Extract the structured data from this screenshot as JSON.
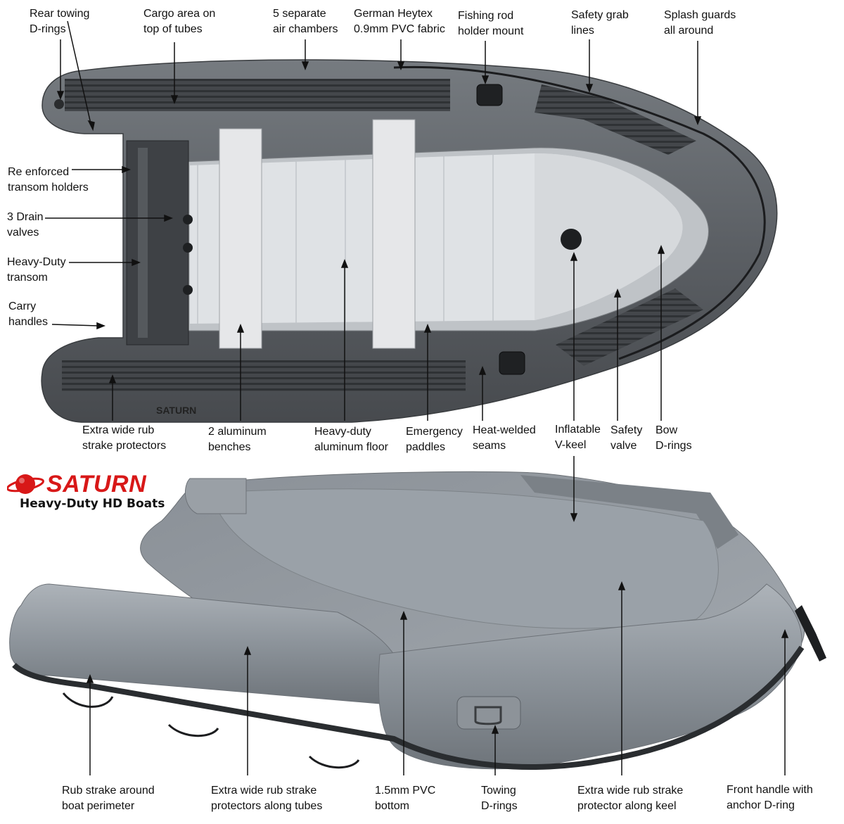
{
  "brand": {
    "name": "SATURN",
    "tagline": "Heavy-Duty HD Boats",
    "hull_print": "SATURN",
    "accent_color": "#d81818"
  },
  "colors": {
    "tube_dark": "#5d6166",
    "tube_gray": "#8f969d",
    "floor_light": "#dcdfe2",
    "bench": "#e4e5e7",
    "rubstrake": "#2d3033"
  },
  "top_view_labels": [
    {
      "id": "rear-towing-d-rings",
      "lines": [
        "Rear towing",
        "D-rings"
      ]
    },
    {
      "id": "cargo-area",
      "lines": [
        "Cargo area on",
        "top of tubes"
      ]
    },
    {
      "id": "air-chambers",
      "lines": [
        "5 separate",
        "air chambers"
      ]
    },
    {
      "id": "heytex-fabric",
      "lines": [
        "German Heytex",
        "0.9mm PVC fabric"
      ]
    },
    {
      "id": "fishing-rod-holder",
      "lines": [
        "Fishing rod",
        "holder mount"
      ]
    },
    {
      "id": "safety-grab-lines",
      "lines": [
        "Safety grab",
        "lines"
      ]
    },
    {
      "id": "splash-guards",
      "lines": [
        "Splash guards",
        "all around"
      ]
    },
    {
      "id": "transom-holders",
      "lines": [
        "Re enforced",
        "transom holders"
      ]
    },
    {
      "id": "drain-valves",
      "lines": [
        "3 Drain",
        "valves"
      ]
    },
    {
      "id": "heavy-duty-transom",
      "lines": [
        "Heavy-Duty",
        "transom"
      ]
    },
    {
      "id": "carry-handles",
      "lines": [
        "Carry",
        "handles"
      ]
    },
    {
      "id": "rub-strake-protectors",
      "lines": [
        "Extra wide rub",
        "strake protectors"
      ]
    },
    {
      "id": "aluminum-benches",
      "lines": [
        "2 aluminum",
        "benches"
      ]
    },
    {
      "id": "aluminum-floor",
      "lines": [
        "Heavy-duty",
        "aluminum floor"
      ]
    },
    {
      "id": "emergency-paddles",
      "lines": [
        "Emergency",
        "paddles"
      ]
    },
    {
      "id": "heat-welded-seams",
      "lines": [
        "Heat-welded",
        "seams"
      ]
    },
    {
      "id": "inflatable-v-keel",
      "lines": [
        "Inflatable",
        "V-keel"
      ]
    },
    {
      "id": "safety-valve",
      "lines": [
        "Safety",
        "valve"
      ]
    },
    {
      "id": "bow-d-rings",
      "lines": [
        "Bow",
        "D-rings"
      ]
    }
  ],
  "bottom_view_labels": [
    {
      "id": "rub-strake-perimeter",
      "lines": [
        "Rub strake around",
        "boat perimeter"
      ]
    },
    {
      "id": "rub-strake-tubes",
      "lines": [
        "Extra wide rub strake",
        "protectors along tubes"
      ]
    },
    {
      "id": "pvc-bottom",
      "lines": [
        "1.5mm PVC",
        "bottom"
      ]
    },
    {
      "id": "towing-d-rings",
      "lines": [
        "Towing",
        "D-rings"
      ]
    },
    {
      "id": "rub-strake-keel",
      "lines": [
        "Extra wide rub strake",
        "protector along keel"
      ]
    },
    {
      "id": "front-handle",
      "lines": [
        "Front handle with",
        "anchor D-ring"
      ]
    }
  ]
}
